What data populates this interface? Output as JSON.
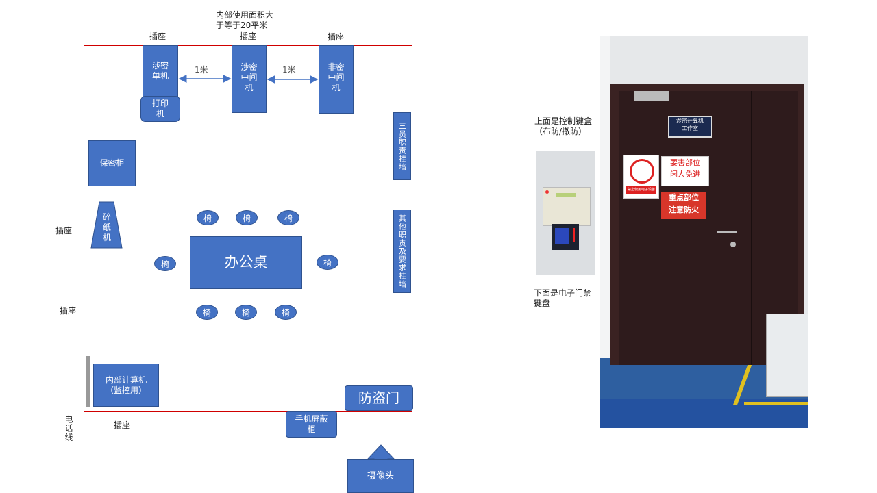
{
  "plan": {
    "area_note_line1": "内部使用面积大",
    "area_note_line2": "于等于20平米",
    "socket": "插座",
    "classified_pc": "涉密单机",
    "printer": "打印机",
    "classified_mid": "涉密中间机",
    "unclassified_mid": "非密中间机",
    "distance": "1米",
    "wall_duties": "三员职责挂墙",
    "wall_other": "其他职责及要求挂墙",
    "safe": "保密柜",
    "shredder": "碎纸机",
    "desk": "办公桌",
    "chair": "椅",
    "internal_pc_line1": "内部计算机",
    "internal_pc_line2": "（监控用）",
    "phone_line": "电话线",
    "security_door": "防盗门",
    "phone_shield": "手机屏蔽柜",
    "camera": "摄像头"
  },
  "photo": {
    "upper_note_line1": "上面是控制键盒",
    "upper_note_line2": "（布防/撤防）",
    "lower_note_line1": "下面是电子门禁",
    "lower_note_line2": "键盘",
    "door_plate_line1": "涉密计算机",
    "door_plate_line2": "工作室",
    "sign_no_electronics": "禁止使用电子设备",
    "sign_restricted_line1": "要害部位",
    "sign_restricted_line2": "闲人免进",
    "sign_fire_line1": "重点部位",
    "sign_fire_line2": "注意防火"
  },
  "colors": {
    "box": "#4472C4",
    "room_border": "#D00000"
  }
}
